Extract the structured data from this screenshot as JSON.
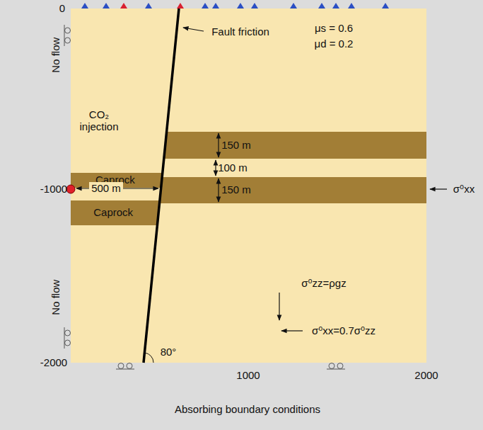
{
  "diagram": {
    "nodes": [
      {
        "text": [
          "Caprock"
        ]
      },
      {
        "text": [
          "Caprock"
        ]
      }
    ],
    "labels": [
      "0",
      "-1000",
      "-2000",
      "1000",
      "2000",
      "Absorbing boundary conditions",
      "No flow",
      "No flow",
      "Fault friction",
      "μs = 0.6",
      "μd = 0.2",
      "CO₂ injection",
      "500 m",
      "150 m",
      "100 m",
      "150 m",
      "σ⁰zz=ρgz",
      "σ⁰xx=0.7σ⁰zz",
      "σ⁰xx",
      "80°"
    ]
  }
}
